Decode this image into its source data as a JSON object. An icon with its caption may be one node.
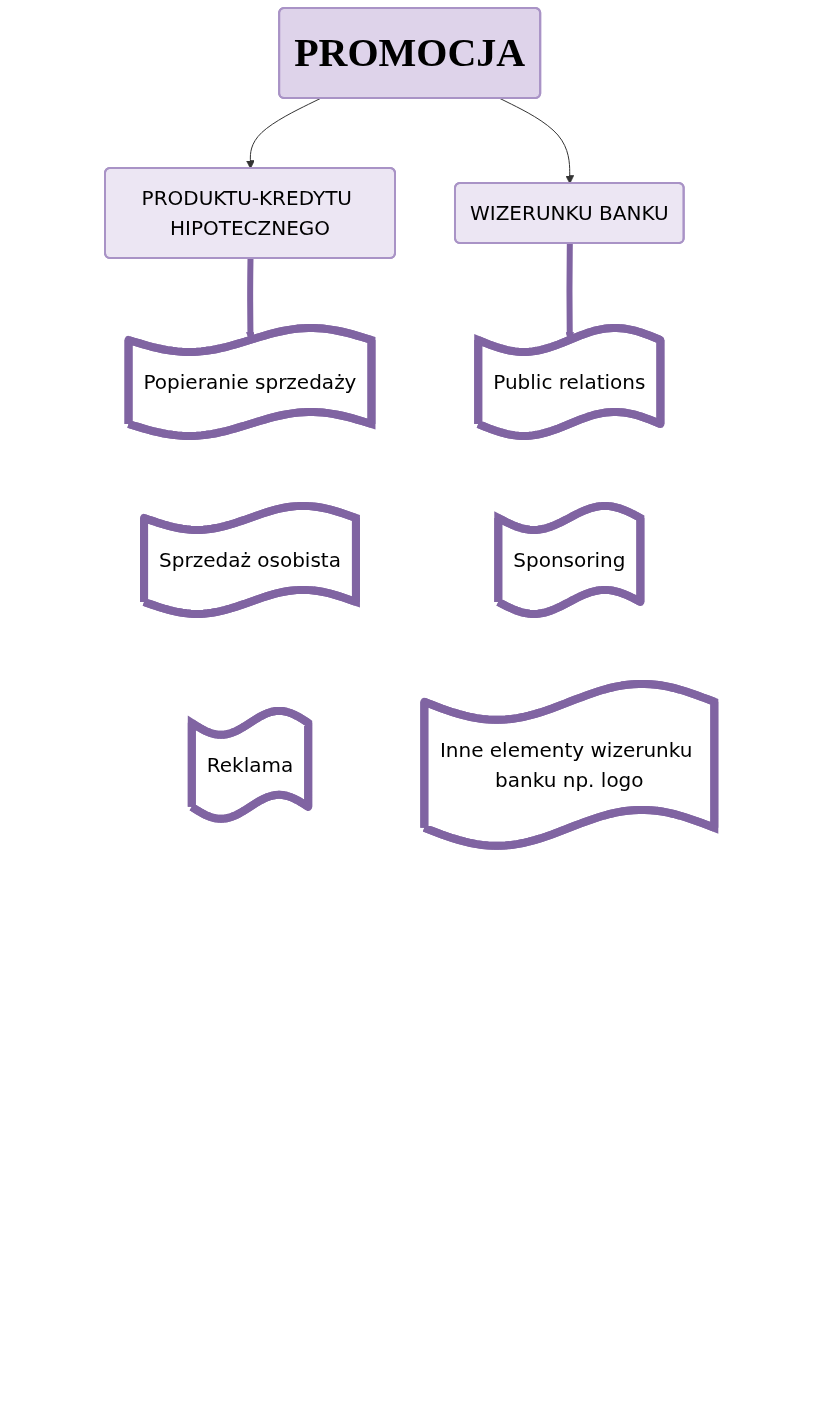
{
  "diagram": {
    "nodes": [
      {
        "text": [
          "PROMOCJA"
        ]
      },
      {
        "text": [
          "PRODUKTU-KREDYTU HIPOTECZNEGO"
        ]
      },
      {
        "text": [
          "WIZERUNKU BANKU"
        ]
      },
      {
        "text": [
          "Popieranie sprzedaży"
        ]
      },
      {
        "text": [
          "Public relations"
        ]
      },
      {
        "text": [
          "Sprzedaż osobista"
        ]
      },
      {
        "text": [
          "Sponsoring"
        ]
      },
      {
        "text": [
          "Reklama"
        ]
      },
      {
        "text": [
          "Inne elementy wizerunku banku np. logo"
        ]
      }
    ],
    "edges": [
      {
        "from": 0,
        "to": 1,
        "arrow": "to"
      },
      {
        "from": 0,
        "to": 2,
        "arrow": "to"
      },
      {
        "from": 1,
        "to": 3,
        "arrow": "to",
        "style": "thick",
        "color": "#8064a2"
      },
      {
        "from": 2,
        "to": 4,
        "arrow": "to",
        "style": "thick",
        "color": "#8064a2"
      }
    ]
  }
}
